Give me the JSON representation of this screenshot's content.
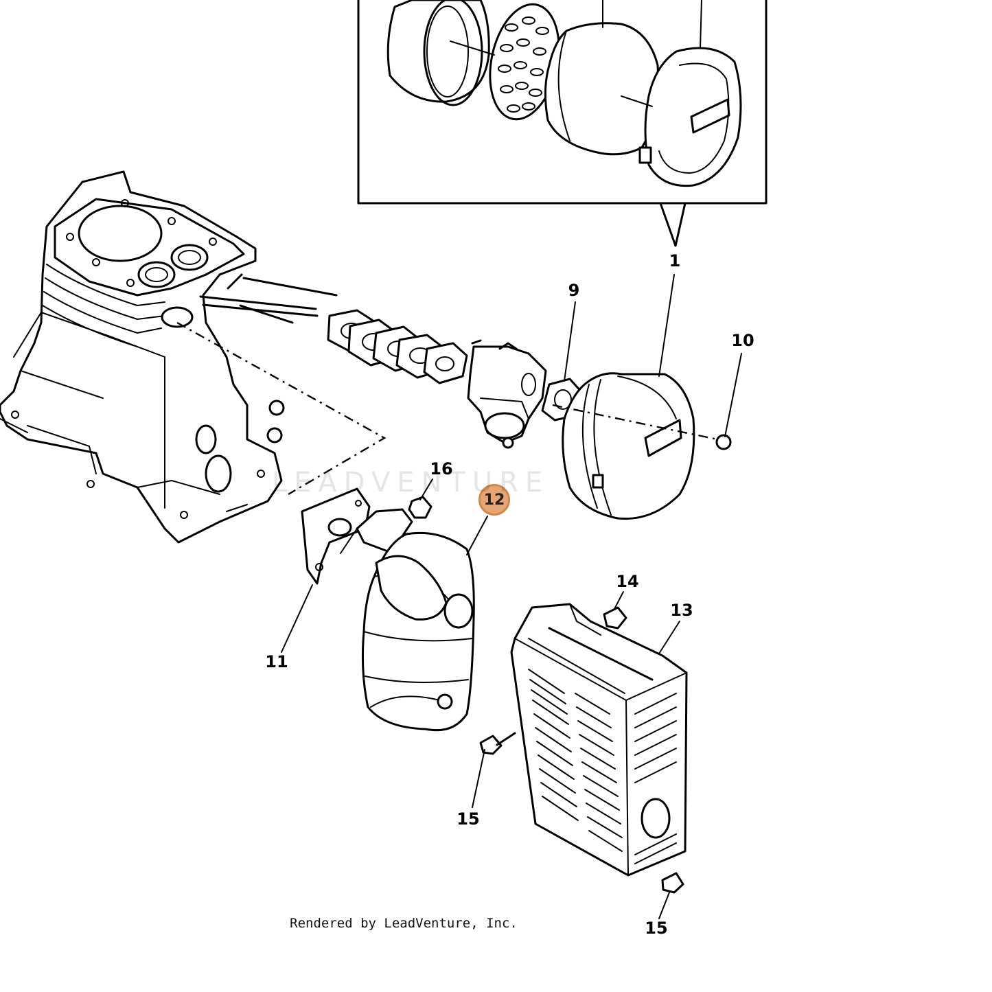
{
  "diagram": {
    "watermark": "LEADVENTURE",
    "credit": "Rendered by LeadVenture, Inc.",
    "highlight_color": "#e7a571",
    "callouts": [
      {
        "id": "1",
        "label": "1"
      },
      {
        "id": "9",
        "label": "9"
      },
      {
        "id": "10",
        "label": "10"
      },
      {
        "id": "11",
        "label": "11"
      },
      {
        "id": "12",
        "label": "12",
        "highlighted": true
      },
      {
        "id": "13",
        "label": "13"
      },
      {
        "id": "14",
        "label": "14"
      },
      {
        "id": "15a",
        "label": "15"
      },
      {
        "id": "15b",
        "label": "15"
      },
      {
        "id": "16",
        "label": "16"
      }
    ]
  }
}
